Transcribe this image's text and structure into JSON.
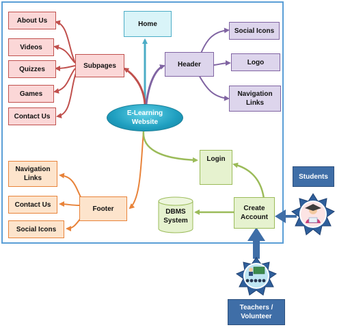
{
  "hub": "E-Learning Website",
  "home": "Home",
  "subpages": {
    "label": "Subpages",
    "items": [
      "About Us",
      "Videos",
      "Quizzes",
      "Games",
      "Contact Us"
    ]
  },
  "header": {
    "label": "Header",
    "items": [
      "Social Icons",
      "Logo",
      "Navigation Links"
    ]
  },
  "footer": {
    "label": "Footer",
    "items": [
      "Navigation Links",
      "Contact Us",
      "Social Icons"
    ]
  },
  "login": "Login",
  "create_account": "Create Account",
  "dbms": "DBMS System",
  "students": "Students",
  "teachers": "Teachers / Volunteer",
  "colors": {
    "red": "#c0504d",
    "purple": "#8064a2",
    "orange": "#e8833a",
    "green": "#9bbb59",
    "cyan": "#4bacc6",
    "dark_blue": "#3f6ea7",
    "frame": "#5a9ed6"
  }
}
